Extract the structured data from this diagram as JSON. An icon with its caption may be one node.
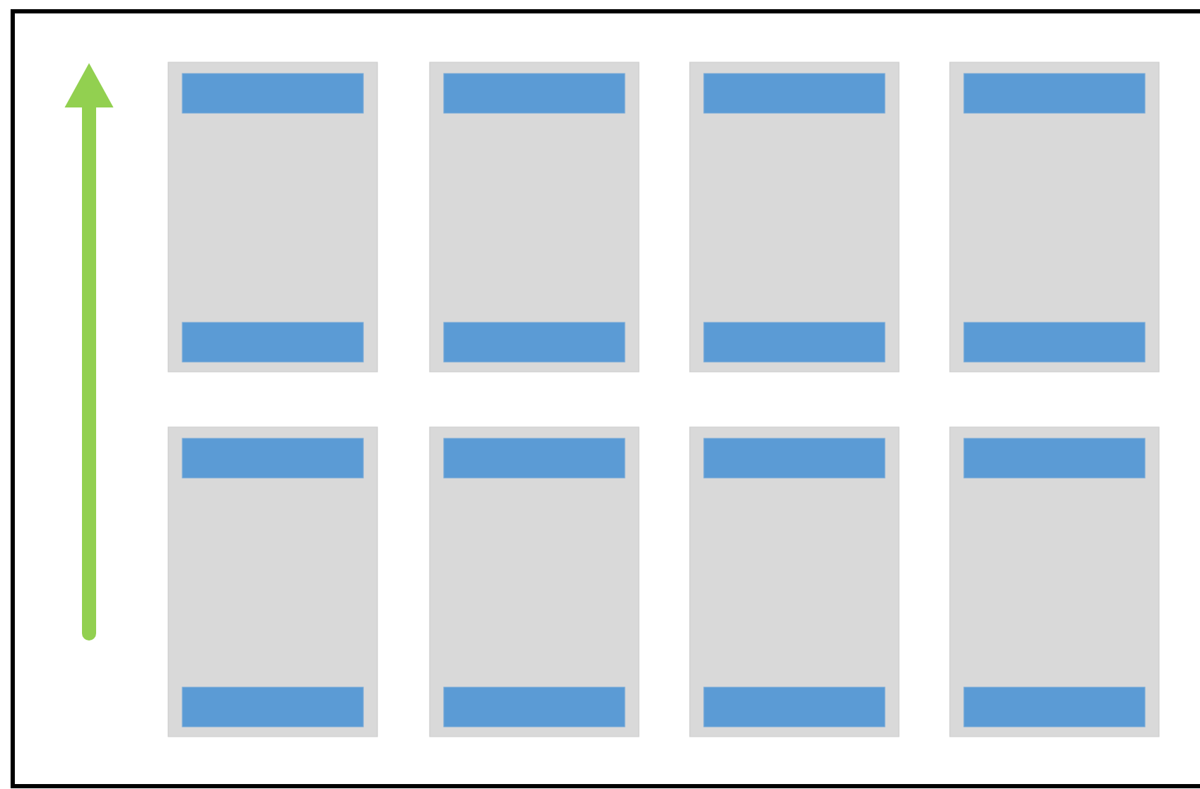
{
  "diagram": {
    "nodes": [
      {
        "text": [],
        "shape": "box"
      },
      {
        "text": [],
        "shape": "bar",
        "in": 0
      },
      {
        "text": [],
        "shape": "bar",
        "in": 0
      },
      {
        "text": [],
        "shape": "box"
      },
      {
        "text": [],
        "shape": "bar",
        "in": 3
      },
      {
        "text": [],
        "shape": "bar",
        "in": 3
      },
      {
        "text": [],
        "shape": "box"
      },
      {
        "text": [],
        "shape": "bar",
        "in": 6
      },
      {
        "text": [],
        "shape": "bar",
        "in": 6
      },
      {
        "text": [],
        "shape": "box"
      },
      {
        "text": [],
        "shape": "bar",
        "in": 9
      },
      {
        "text": [],
        "shape": "bar",
        "in": 9
      },
      {
        "text": [],
        "shape": "box"
      },
      {
        "text": [],
        "shape": "bar",
        "in": 12
      },
      {
        "text": [],
        "shape": "bar",
        "in": 12
      },
      {
        "text": [],
        "shape": "box"
      },
      {
        "text": [],
        "shape": "bar",
        "in": 15
      },
      {
        "text": [],
        "shape": "bar",
        "in": 15
      },
      {
        "text": [],
        "shape": "box"
      },
      {
        "text": [],
        "shape": "bar",
        "in": 18
      },
      {
        "text": [],
        "shape": "bar",
        "in": 18
      },
      {
        "text": [],
        "shape": "box"
      },
      {
        "text": [],
        "shape": "bar",
        "in": 21
      },
      {
        "text": [],
        "shape": "bar",
        "in": 21
      }
    ]
  }
}
